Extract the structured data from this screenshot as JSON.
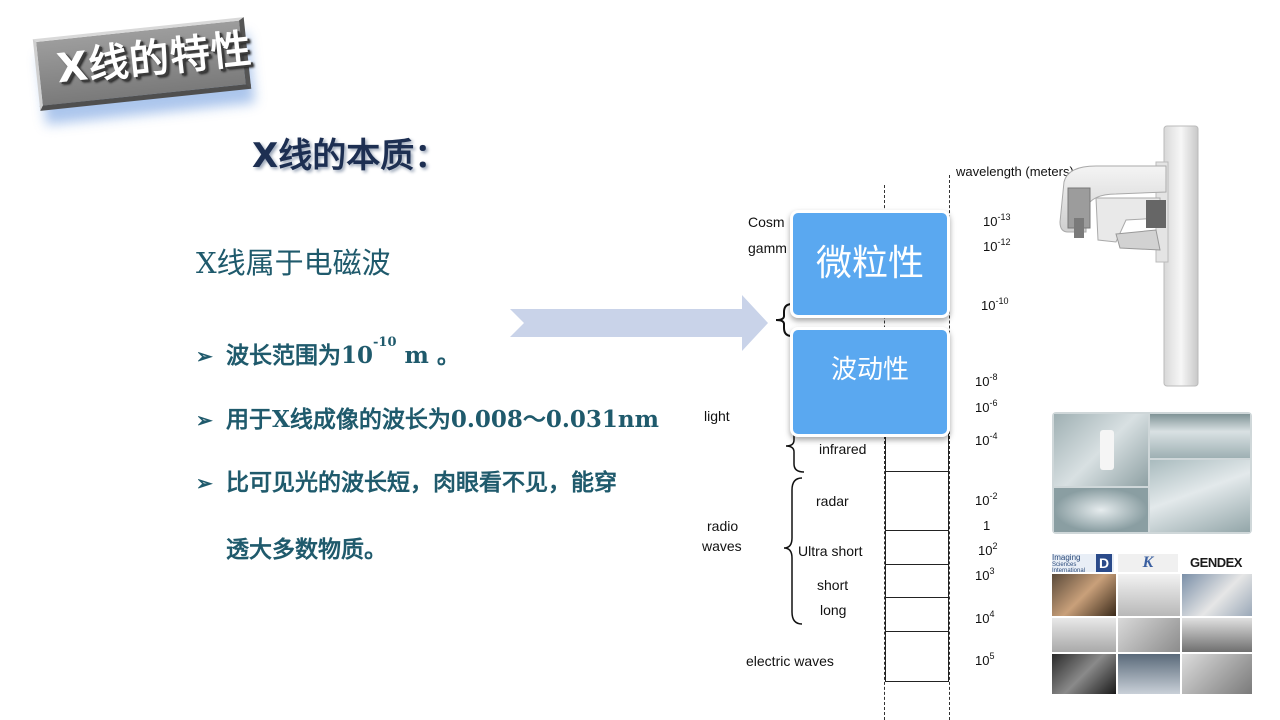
{
  "title_badge": "X线的特性",
  "subtitle": "X线的本质：",
  "section_title": "X线属于电磁波",
  "bullets": [
    {
      "text_before": "波长范围为10",
      "sup": "-10",
      "text_after": " m 。"
    },
    {
      "text": "用于X线成像的波长为0.008～0.031nm"
    },
    {
      "text": "比可见光的波长短，肉眼看不见，能穿",
      "continuation": "透大多数物质。"
    }
  ],
  "bullet_marker": "➢",
  "spectrum": {
    "wavelength_header": "wavelength (meters)",
    "labels": {
      "cosmic": "Cosm",
      "gamma": "gamm",
      "light": "light",
      "infrared": "infrared",
      "radar": "radar",
      "radio": "radio",
      "waves": "waves",
      "ultra_short": "Ultra short",
      "short": "short",
      "long": "long",
      "electric_waves": "electric waves"
    },
    "wavelengths": [
      {
        "base": "10",
        "exp": "-13"
      },
      {
        "base": "10",
        "exp": "-12"
      },
      {
        "base": "10",
        "exp": "-10"
      },
      {
        "base": "10",
        "exp": "-8"
      },
      {
        "base": "10",
        "exp": "-6"
      },
      {
        "base": "10",
        "exp": "-4"
      },
      {
        "base": "10",
        "exp": "-2"
      },
      {
        "base": "1",
        "exp": ""
      },
      {
        "base": "10",
        "exp": "2"
      },
      {
        "base": "10",
        "exp": "3"
      },
      {
        "base": "10",
        "exp": "4"
      },
      {
        "base": "10",
        "exp": "5"
      }
    ]
  },
  "particle_box": "微粒性",
  "wave_box": "波动性",
  "logos": {
    "imaging_line1": "Imaging",
    "imaging_line2": "Sciences",
    "imaging_line3": "International",
    "imaging_mark": "D",
    "middle_mark": "K",
    "gendex": "GENDEX"
  },
  "colors": {
    "title_text": "#1d2f52",
    "body_text": "#1f5a6c",
    "blue_box": "#5aa8f0",
    "arrow": "#c9d3e9",
    "badge": "#8a8a8a"
  }
}
